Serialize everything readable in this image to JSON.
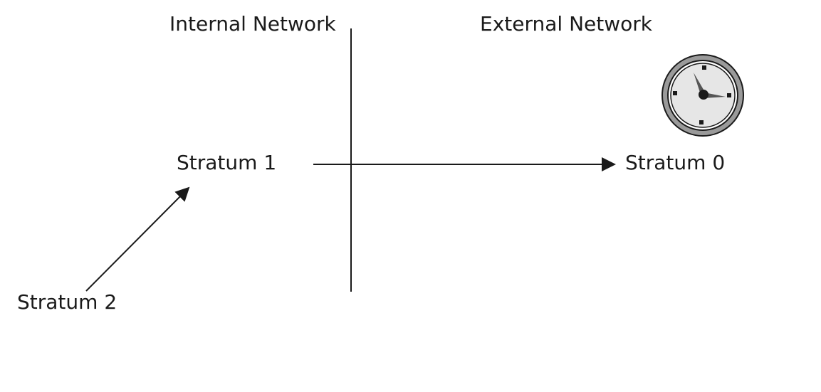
{
  "regions": {
    "internal_label": "Internal Network",
    "external_label": "External Network"
  },
  "nodes": {
    "stratum_1": "Stratum 1",
    "stratum_0": "Stratum 0",
    "stratum_2": "Stratum 2"
  },
  "icons": {
    "clock": "clock-icon"
  },
  "colors": {
    "ink": "#1a1a1a",
    "clock_face": "#e6e6e6",
    "clock_rim": "#9a9a9a",
    "clock_hand_secondary": "#555555"
  }
}
